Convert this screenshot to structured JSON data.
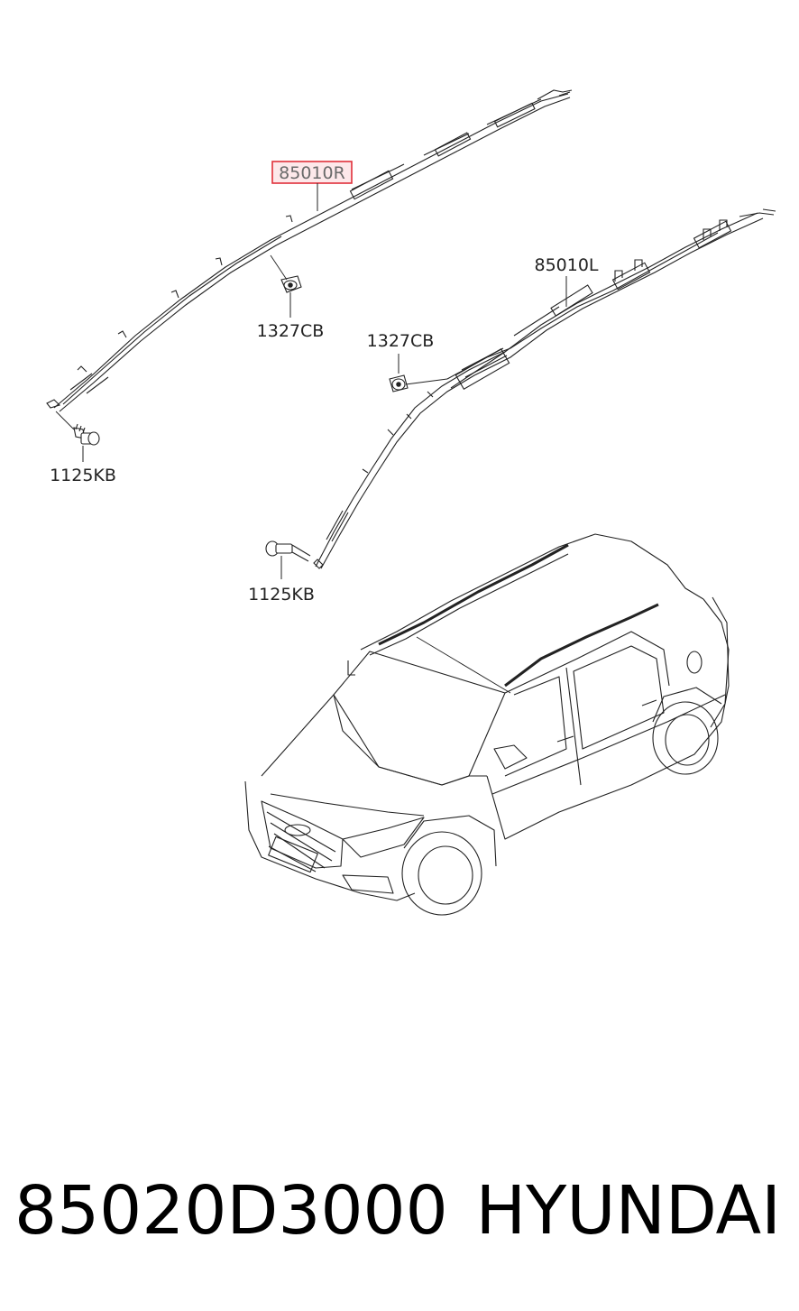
{
  "callouts": {
    "right_airbag": "85010R",
    "left_airbag": "85010L",
    "clip_upper": "1327CB",
    "clip_lower": "1327CB",
    "bolt_upper": "1125KB",
    "bolt_lower": "1125KB"
  },
  "footer": {
    "part_number": "85020D3000",
    "brand": "HYUNDAI"
  },
  "colors": {
    "highlight_border": "#e0303a",
    "highlight_fill": "#fde8ea",
    "line": "#222222",
    "background": "#ffffff"
  },
  "highlighted_callout": "right_airbag",
  "icons": [
    "curtain-airbag",
    "clip-nut",
    "flange-bolt",
    "suv-vehicle"
  ]
}
